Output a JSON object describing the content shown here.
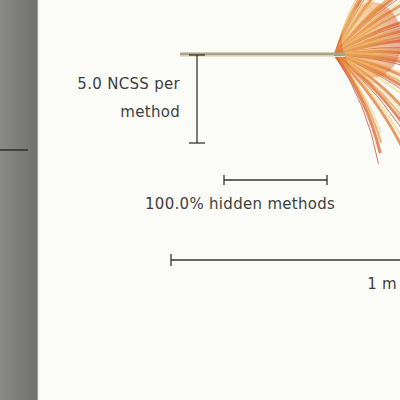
{
  "diagram": {
    "labels": [
      "5.0 NCSS per method",
      "100.0% hidden methods",
      "1 m"
    ]
  }
}
